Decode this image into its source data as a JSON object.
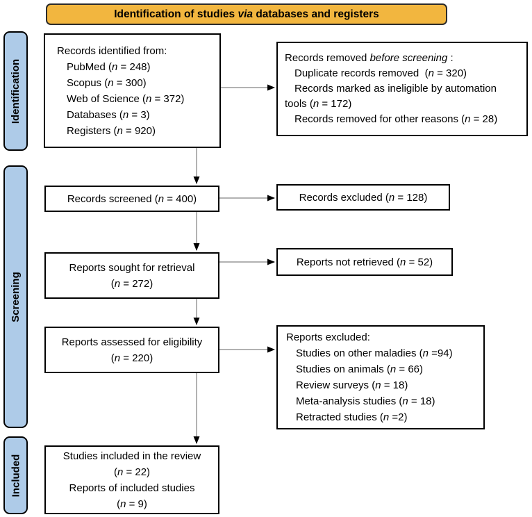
{
  "colors": {
    "banner_fill": "#F2B63F",
    "banner_border": "#2b2b2b",
    "sidebar_fill": "#AECBE8",
    "sidebar_border": "#000000",
    "box_border": "#000000",
    "connector_line": "#999999",
    "arrowhead": "#000000"
  },
  "banner": {
    "align": "center",
    "lines": [
      {
        "seg": [
          {
            "t": "Identification of studies ",
            "b": true
          },
          {
            "t": "via",
            "b": true,
            "i": true
          },
          {
            "t": " databases and registers",
            "b": true
          }
        ]
      }
    ]
  },
  "stages": [
    {
      "label": "Identification"
    },
    {
      "label": "Screening"
    },
    {
      "label": "Included"
    }
  ],
  "boxes": {
    "records_identified": {
      "align": "left",
      "lines": [
        {
          "seg": [
            {
              "t": "Records identified from:"
            }
          ]
        },
        {
          "indent": true,
          "seg": [
            {
              "t": "PubMed ("
            },
            {
              "t": "n",
              "i": true
            },
            {
              "t": " = 248)"
            }
          ]
        },
        {
          "indent": true,
          "seg": [
            {
              "t": "Scopus ("
            },
            {
              "t": "n",
              "i": true
            },
            {
              "t": " = 300)"
            }
          ]
        },
        {
          "indent": true,
          "seg": [
            {
              "t": "Web of Science ("
            },
            {
              "t": "n",
              "i": true
            },
            {
              "t": " = 372)"
            }
          ]
        },
        {
          "indent": true,
          "seg": [
            {
              "t": "Databases ("
            },
            {
              "t": "n",
              "i": true
            },
            {
              "t": " = 3)"
            }
          ]
        },
        {
          "indent": true,
          "seg": [
            {
              "t": "Registers ("
            },
            {
              "t": "n",
              "i": true
            },
            {
              "t": " = 920)"
            }
          ]
        }
      ]
    },
    "records_removed": {
      "align": "left",
      "lines": [
        {
          "seg": [
            {
              "t": "Records removed "
            },
            {
              "t": "before screening",
              "i": true
            },
            {
              "t": " :"
            }
          ]
        },
        {
          "indent": true,
          "seg": [
            {
              "t": "Duplicate records removed  ("
            },
            {
              "t": "n",
              "i": true
            },
            {
              "t": " = 320)"
            }
          ]
        },
        {
          "indent": true,
          "seg": [
            {
              "t": "Records marked as ineligible by automation"
            }
          ]
        },
        {
          "seg": [
            {
              "t": "tools ("
            },
            {
              "t": "n",
              "i": true
            },
            {
              "t": " = 172)"
            }
          ]
        },
        {
          "indent": true,
          "seg": [
            {
              "t": "Records removed for other reasons ("
            },
            {
              "t": "n",
              "i": true
            },
            {
              "t": " = 28)"
            }
          ]
        }
      ]
    },
    "records_screened": {
      "align": "center",
      "lines": [
        {
          "seg": [
            {
              "t": "Records screened ("
            },
            {
              "t": "n",
              "i": true
            },
            {
              "t": " = 400)"
            }
          ]
        }
      ]
    },
    "records_excluded": {
      "align": "center",
      "lines": [
        {
          "seg": [
            {
              "t": "Records excluded ("
            },
            {
              "t": "n",
              "i": true
            },
            {
              "t": " = 128)"
            }
          ]
        }
      ]
    },
    "reports_sought": {
      "align": "center",
      "lines": [
        {
          "seg": [
            {
              "t": "Reports sought for retrieval"
            }
          ]
        },
        {
          "seg": [
            {
              "t": "("
            },
            {
              "t": "n",
              "i": true
            },
            {
              "t": " = 272)"
            }
          ]
        }
      ]
    },
    "reports_not_retrieved": {
      "align": "center",
      "lines": [
        {
          "seg": [
            {
              "t": "Reports not retrieved ("
            },
            {
              "t": "n",
              "i": true
            },
            {
              "t": " = 52)"
            }
          ]
        }
      ]
    },
    "reports_assessed": {
      "align": "center",
      "lines": [
        {
          "seg": [
            {
              "t": "Reports assessed for eligibility"
            }
          ]
        },
        {
          "seg": [
            {
              "t": "("
            },
            {
              "t": "n",
              "i": true
            },
            {
              "t": " = 220)"
            }
          ]
        }
      ]
    },
    "reports_excluded": {
      "align": "left",
      "lines": [
        {
          "seg": [
            {
              "t": "Reports excluded:"
            }
          ]
        },
        {
          "indent": true,
          "seg": [
            {
              "t": "Studies on other maladies ("
            },
            {
              "t": "n",
              "i": true
            },
            {
              "t": " =94)"
            }
          ]
        },
        {
          "indent": true,
          "seg": [
            {
              "t": "Studies on animals ("
            },
            {
              "t": "n",
              "i": true
            },
            {
              "t": " = 66)"
            }
          ]
        },
        {
          "indent": true,
          "seg": [
            {
              "t": "Review surveys ("
            },
            {
              "t": "n",
              "i": true
            },
            {
              "t": " = 18)"
            }
          ]
        },
        {
          "indent": true,
          "seg": [
            {
              "t": "Meta-analysis studies ("
            },
            {
              "t": "n",
              "i": true
            },
            {
              "t": " = 18)"
            }
          ]
        },
        {
          "indent": true,
          "seg": [
            {
              "t": "Retracted studies ("
            },
            {
              "t": "n",
              "i": true
            },
            {
              "t": " =2)"
            }
          ]
        }
      ]
    },
    "studies_included": {
      "align": "center",
      "lines": [
        {
          "seg": [
            {
              "t": "Studies included in the review"
            }
          ]
        },
        {
          "seg": [
            {
              "t": "("
            },
            {
              "t": "n",
              "i": true
            },
            {
              "t": " = 22)"
            }
          ]
        },
        {
          "seg": [
            {
              "t": "Reports of included studies"
            }
          ]
        },
        {
          "seg": [
            {
              "t": "("
            },
            {
              "t": "n",
              "i": true
            },
            {
              "t": " = 9)"
            }
          ]
        }
      ]
    }
  }
}
